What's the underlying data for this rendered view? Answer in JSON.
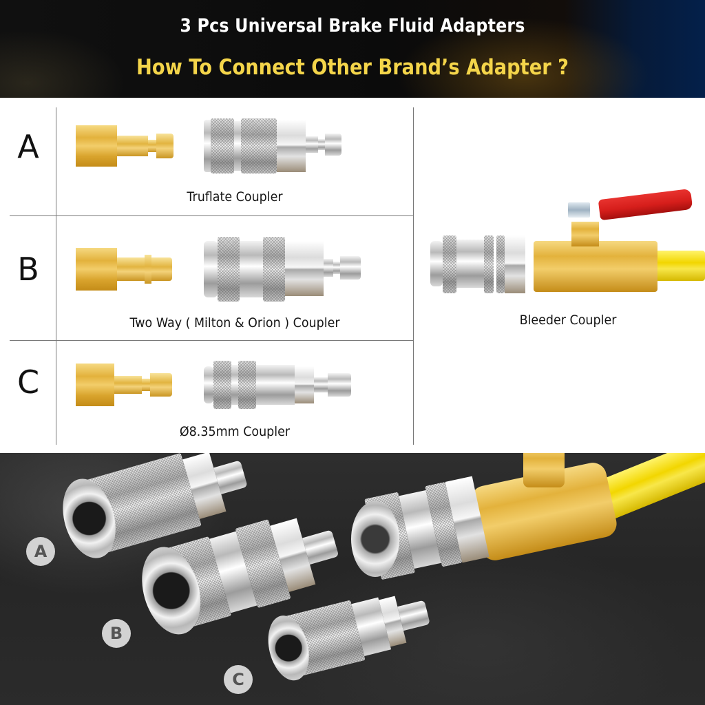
{
  "header": {
    "title": "3 Pcs Universal Brake Fluid Adapters",
    "subtitle": "How To Connect Other Brand’s Adapter ?",
    "title_color": "#ffffff",
    "subtitle_color": "#f4d54a"
  },
  "table": {
    "rows": [
      {
        "letter": "A",
        "caption": "Truflate Coupler"
      },
      {
        "letter": "B",
        "caption": "Two Way ( Milton & Orion ) Coupler"
      },
      {
        "letter": "C",
        "caption": "Ø8.35mm Coupler"
      }
    ],
    "side": {
      "caption": "Bleeder Coupler"
    }
  },
  "photo": {
    "badges": [
      "A",
      "B",
      "C"
    ],
    "background_color": "#2a2a2a",
    "hose_color": "#f2d600",
    "handle_color": "#d61e1b"
  }
}
